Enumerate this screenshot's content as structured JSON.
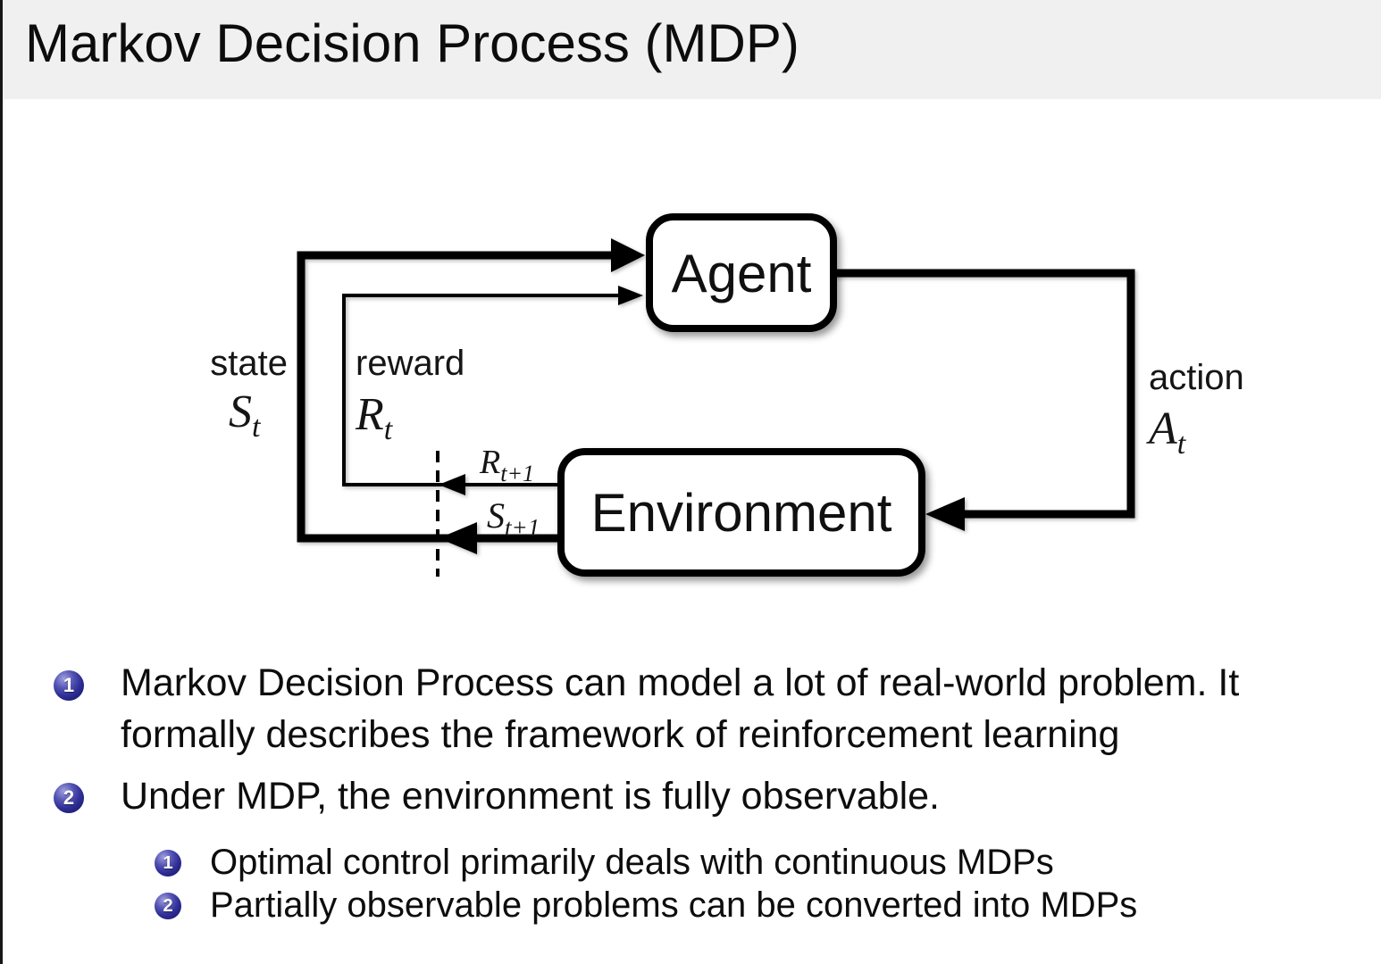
{
  "slide": {
    "title": "Markov Decision Process (MDP)"
  },
  "diagram": {
    "agent_label": "Agent",
    "environment_label": "Environment",
    "state_label": "state",
    "reward_label": "reward",
    "action_label": "action",
    "state_symbol": {
      "main": "S",
      "sub": "t"
    },
    "reward_symbol": {
      "main": "R",
      "sub": "t"
    },
    "action_symbol": {
      "main": "A",
      "sub": "t"
    },
    "next_reward_symbol": {
      "main": "R",
      "sub": "t+1"
    },
    "next_state_symbol": {
      "main": "S",
      "sub": "t+1"
    }
  },
  "bullets": [
    {
      "number": "1",
      "text": "Markov Decision Process can model a lot of real-world problem. It formally describes the framework of reinforcement learning"
    },
    {
      "number": "2",
      "text": "Under MDP, the environment is fully observable."
    }
  ],
  "sub_bullets": [
    {
      "number": "1",
      "text": "Optimal control primarily deals with continuous MDPs"
    },
    {
      "number": "2",
      "text": "Partially observable problems can be converted into MDPs"
    }
  ],
  "colors": {
    "bullet_ball": "#333399",
    "title_band_bg": "#f0f0f1",
    "diagram_stroke": "#000000"
  }
}
